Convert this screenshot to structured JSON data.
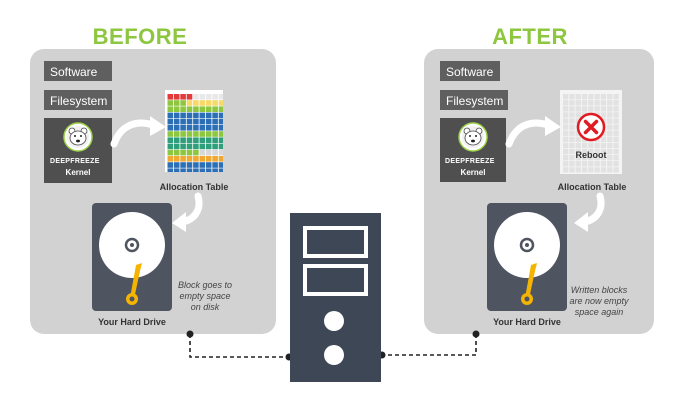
{
  "before": {
    "title": "BEFORE",
    "software_label": "Software",
    "filesystem_label": "Filesystem",
    "kernel_brand": "DEEPFREEZE",
    "kernel_label": "Kernel",
    "allocation_caption": "Allocation Table",
    "hdd_caption": "Your Hard Drive",
    "note": "Block goes to empty space on disk"
  },
  "after": {
    "title": "AFTER",
    "software_label": "Software",
    "filesystem_label": "Filesystem",
    "kernel_brand": "DEEPFREEZE",
    "kernel_label": "Kernel",
    "reboot_label": "Reboot",
    "allocation_caption": "Allocation Table",
    "hdd_caption": "Your Hard Drive",
    "note": "Written blocks are now empty space again"
  },
  "colors": {
    "accent_green": "#8dc63f",
    "panel_gray": "#d2d2d2",
    "label_gray": "#5f5f5f",
    "tower": "#3d4756",
    "drive": "#4f5461",
    "reboot_red": "#e11b22",
    "arm_yellow": "#f5b400"
  }
}
